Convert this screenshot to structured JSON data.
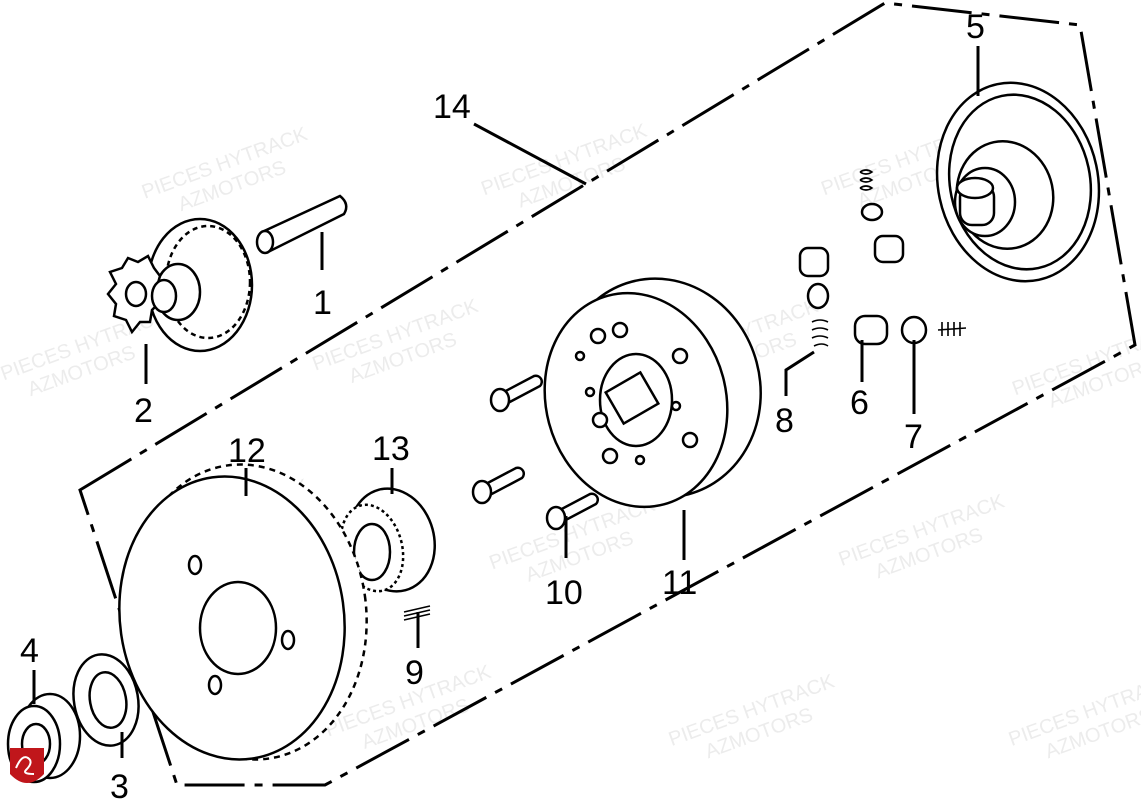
{
  "watermark": {
    "line1": "PIECES HYTRACK",
    "line2": "AZMOTORS",
    "color": "#e6e6e6"
  },
  "callouts": [
    {
      "id": "1"
    },
    {
      "id": "2"
    },
    {
      "id": "3"
    },
    {
      "id": "4"
    },
    {
      "id": "5"
    },
    {
      "id": "6"
    },
    {
      "id": "7"
    },
    {
      "id": "8"
    },
    {
      "id": "9"
    },
    {
      "id": "10"
    },
    {
      "id": "11"
    },
    {
      "id": "12"
    },
    {
      "id": "13"
    },
    {
      "id": "14"
    }
  ],
  "logo": {
    "color": "#c0161b"
  }
}
